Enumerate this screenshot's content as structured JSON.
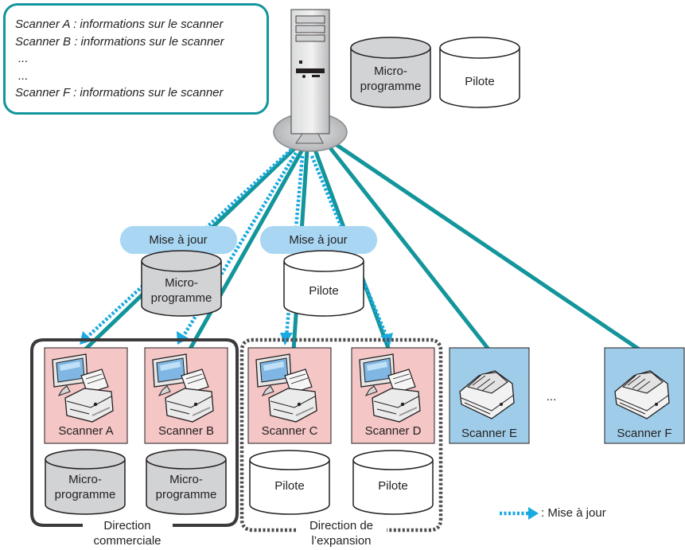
{
  "info_box": {
    "lines": [
      "Scanner A : informations sur le scanner",
      "Scanner B : informations sur le scanner",
      "...",
      "...",
      "Scanner F : informations sur le scanner"
    ]
  },
  "server": {
    "firmware_line1": "Micro-",
    "firmware_line2": "programme",
    "driver": "Pilote"
  },
  "update_badges": [
    "Mise à jour",
    "Mise à jour"
  ],
  "distributed": {
    "firmware_line1": "Micro-",
    "firmware_line2": "programme",
    "driver": "Pilote"
  },
  "scanners": [
    "Scanner A",
    "Scanner B",
    "Scanner C",
    "Scanner D",
    "Scanner E",
    "Scanner F"
  ],
  "ellipsis": "...",
  "local_storage": {
    "a_line1": "Micro-",
    "a_line2": "programme",
    "b_line1": "Micro-",
    "b_line2": "programme",
    "c": "Pilote",
    "d": "Pilote"
  },
  "groups": {
    "sales_line1": "Direction",
    "sales_line2": "commerciale",
    "expansion_line1": "Direction de",
    "expansion_line2": "l’expansion"
  },
  "legend": {
    "label": ": Mise à jour"
  },
  "colors": {
    "teal": "#12959b",
    "dotted": "#1aa9e0",
    "badge": "#a9d7f3",
    "scanner_pink": "#f4c6c6",
    "scanner_blue": "#9fcde9",
    "firmware_gray": "#d2d3d5"
  }
}
